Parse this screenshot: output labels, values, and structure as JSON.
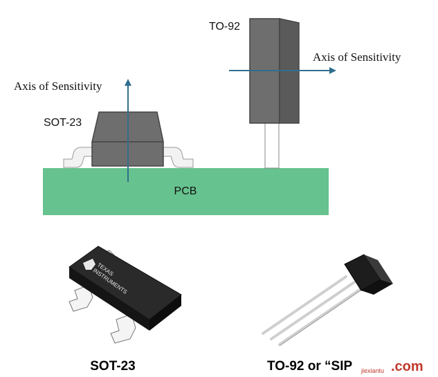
{
  "diagram": {
    "axis_left_label": "Axis of Sensitivity",
    "axis_right_label": "Axis of Sensitivity",
    "sot23_label": "SOT-23",
    "to92_label": "TO-92",
    "pcb_label": "PCB"
  },
  "chip_marking": {
    "line1": "TEXAS",
    "line2": "INSTRUMENTS"
  },
  "captions": {
    "left": "SOT-23",
    "right": "TO-92 or “SIP"
  },
  "watermark": {
    "text": "jiexiantu",
    "suffix": ".com"
  },
  "colors": {
    "pcb": "#66c28e",
    "package_body": "#6e6e6e",
    "package_side": "#5a5a5a",
    "axis_arrow": "#2f6f8f",
    "lead": "#f0f0f0"
  }
}
